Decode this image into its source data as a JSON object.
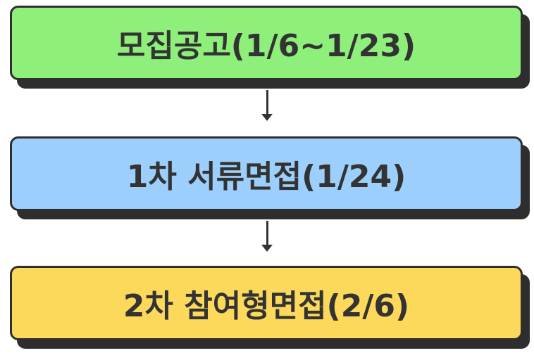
{
  "steps": [
    {
      "label": "모집공고(1/6~1/23)",
      "color": "#8ef07b"
    },
    {
      "label": "1차 서류면접(1/24)",
      "color": "#9dcffc"
    },
    {
      "label": "2차 참여형면접(2/6)",
      "color": "#fcd95b"
    }
  ],
  "colors": {
    "border": "#2e2e2e",
    "shadow": "#2e2e2e",
    "text": "#333333",
    "arrow": "#333333"
  }
}
